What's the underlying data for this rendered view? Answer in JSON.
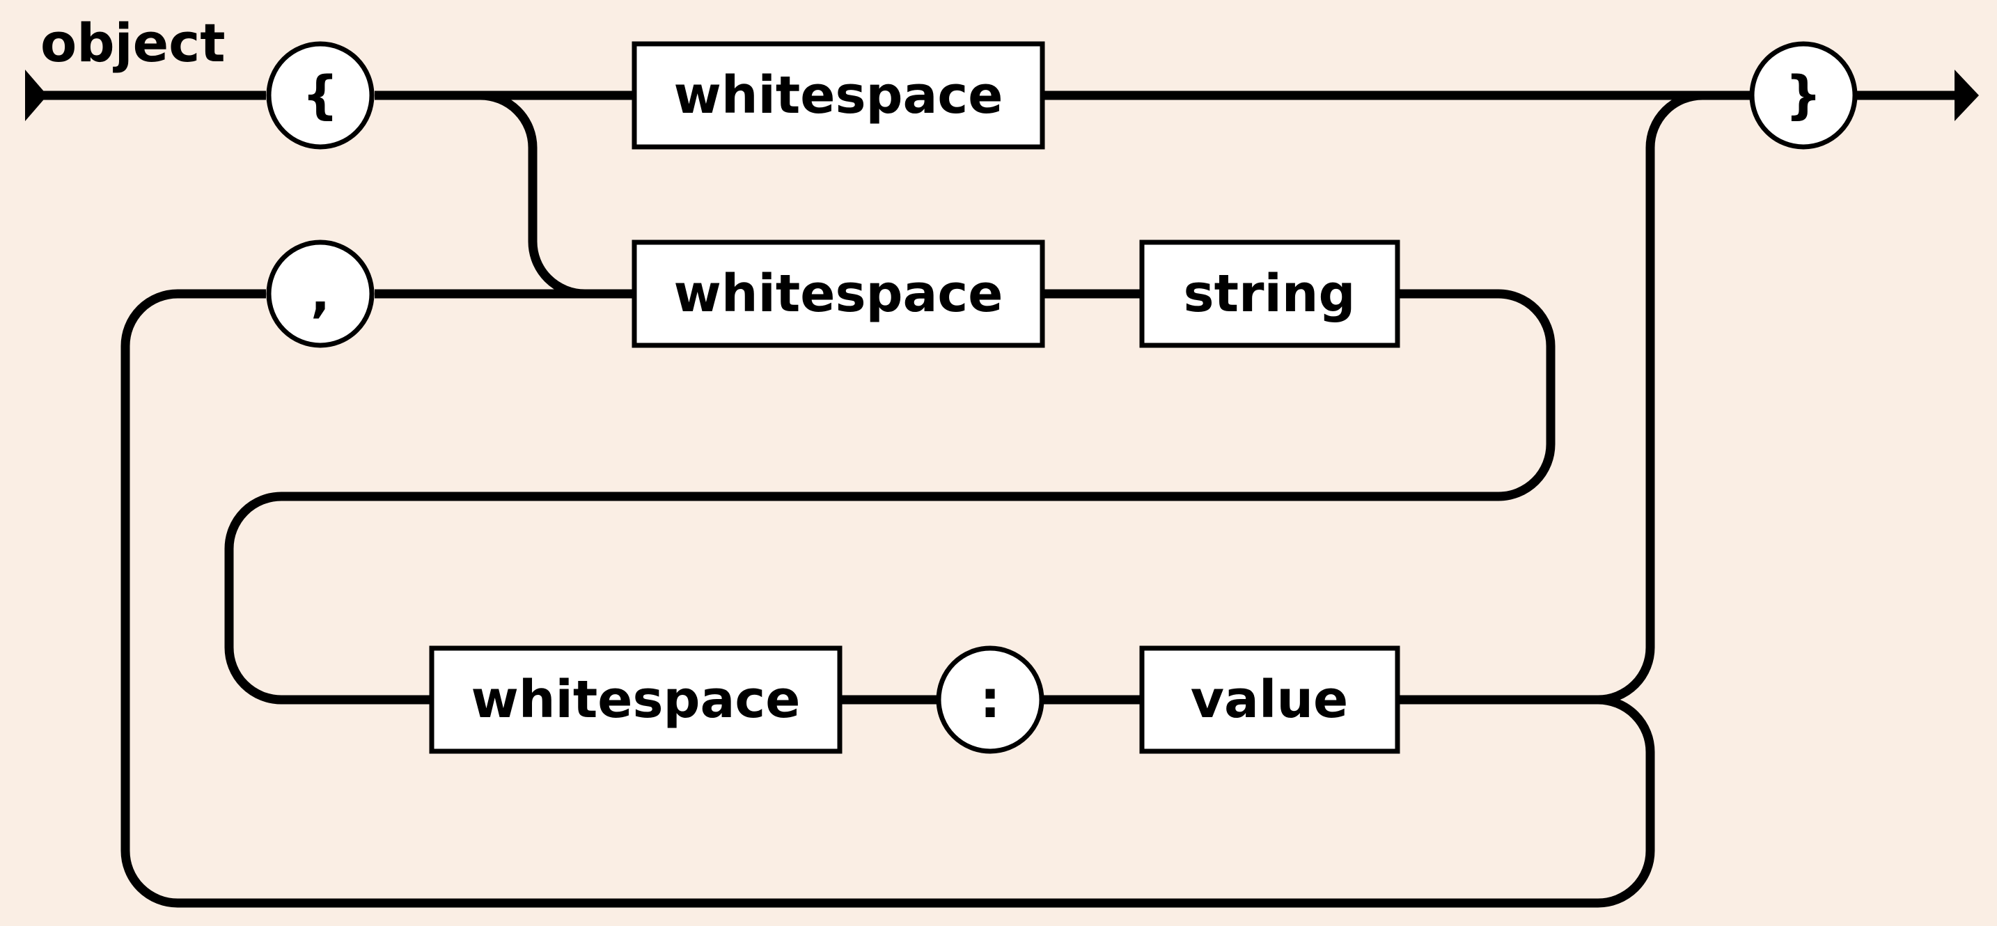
{
  "diagram": {
    "title": "object",
    "nodes": {
      "open_brace": "{",
      "close_brace": "}",
      "comma": ",",
      "colon": ":",
      "whitespace_top": "whitespace",
      "whitespace_mid": "whitespace",
      "string": "string",
      "whitespace_bottom": "whitespace",
      "value": "value"
    }
  },
  "colors": {
    "background": "#faeee4",
    "stroke": "#000000",
    "node_fill": "#ffffff"
  }
}
